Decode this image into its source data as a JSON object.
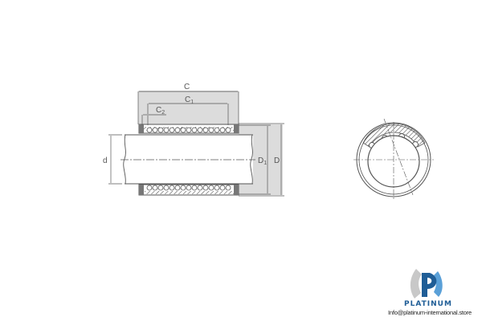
{
  "diagram": {
    "type": "linear-ball-bearing-technical-drawing",
    "views": [
      "side-section-view",
      "end-view"
    ],
    "dimensions": {
      "C": "C",
      "C1": "C",
      "C1_sub": "1",
      "C2": "C",
      "C2_sub": "2",
      "d": "d",
      "D1": "D",
      "D1_sub": "1",
      "D": "D"
    },
    "colors": {
      "line": "#555555",
      "shade": "#dcdcdc",
      "brand_blue": "#1f5d96",
      "brand_grey": "#c8c8c8"
    }
  },
  "watermark": {
    "brand": "PLATINUM",
    "email": "Info@platinum-international.store"
  }
}
